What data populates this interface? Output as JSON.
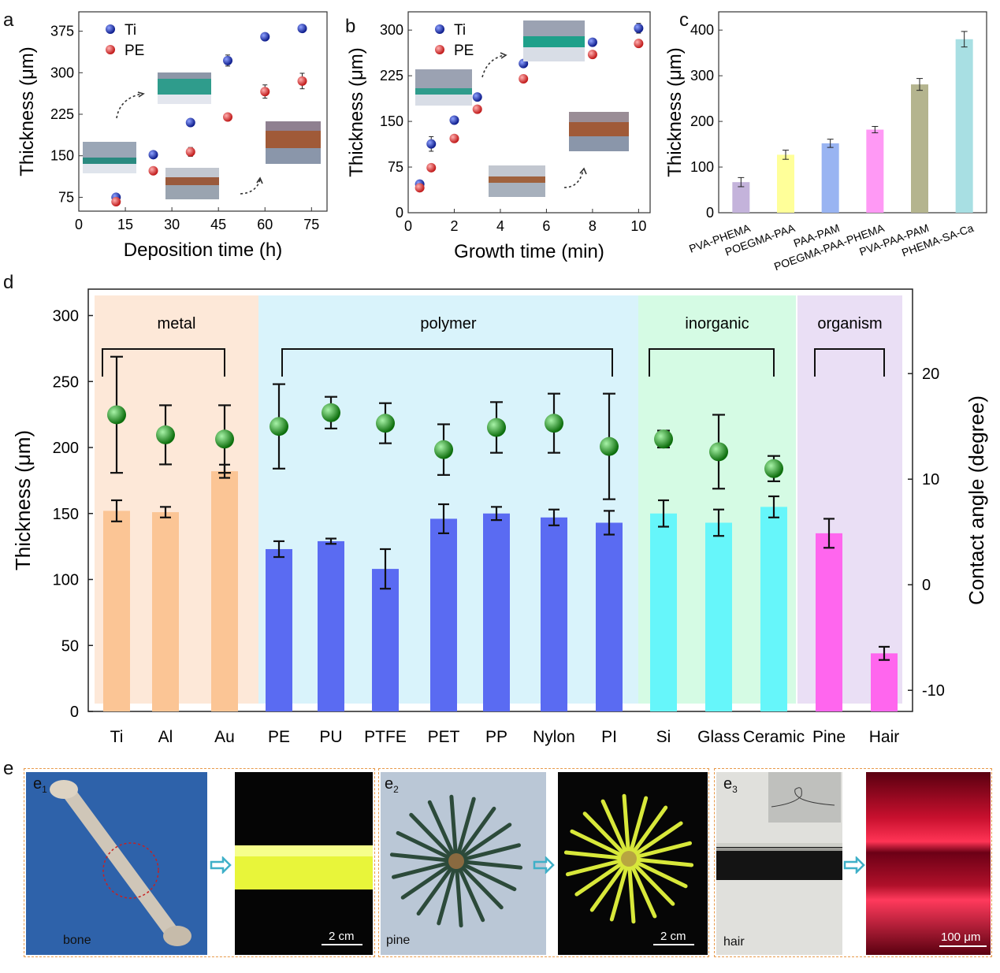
{
  "panel_labels": {
    "a": "a",
    "b": "b",
    "c": "c",
    "d": "d",
    "e": "e"
  },
  "chart_data": [
    {
      "id": "a",
      "type": "scatter",
      "xlabel": "Deposition time (h)",
      "ylabel": "Thickness (μm)",
      "xlim": [
        0,
        80
      ],
      "ylim": [
        50,
        410
      ],
      "xticks": [
        0,
        15,
        30,
        45,
        60,
        75
      ],
      "yticks": [
        75,
        150,
        225,
        300,
        375
      ],
      "legend_position": "top-left",
      "series": [
        {
          "name": "Ti",
          "color": "#1a2fb5",
          "x": [
            12,
            24,
            36,
            48,
            60,
            72
          ],
          "y": [
            75,
            152,
            210,
            322,
            365,
            380
          ],
          "err": [
            3,
            3,
            4,
            10,
            4,
            5
          ]
        },
        {
          "name": "PE",
          "color": "#e23232",
          "x": [
            12,
            24,
            36,
            48,
            60,
            72
          ],
          "y": [
            67,
            123,
            157,
            220,
            266,
            285
          ],
          "err": [
            3,
            3,
            8,
            4,
            12,
            14
          ]
        }
      ]
    },
    {
      "id": "b",
      "type": "scatter",
      "xlabel": "Growth time (min)",
      "ylabel": "Thickness (μm)",
      "xlim": [
        0,
        10.5
      ],
      "ylim": [
        0,
        330
      ],
      "xticks": [
        0,
        2,
        4,
        6,
        8,
        10
      ],
      "yticks": [
        0,
        75,
        150,
        225,
        300
      ],
      "legend_position": "top-left",
      "series": [
        {
          "name": "Ti",
          "color": "#1a2fb5",
          "x": [
            0.5,
            1,
            2,
            3,
            5,
            8,
            10
          ],
          "y": [
            47,
            113,
            152,
            190,
            245,
            280,
            303
          ],
          "err": [
            3,
            12,
            4,
            4,
            5,
            4,
            8
          ]
        },
        {
          "name": "PE",
          "color": "#e23232",
          "x": [
            0.5,
            1,
            2,
            3,
            5,
            8,
            10
          ],
          "y": [
            41,
            74,
            122,
            170,
            220,
            260,
            278
          ],
          "err": [
            3,
            4,
            4,
            4,
            6,
            4,
            4
          ]
        }
      ]
    },
    {
      "id": "c",
      "type": "bar",
      "ylabel": "Thickness (μm)",
      "ylim": [
        0,
        440
      ],
      "yticks": [
        0,
        100,
        200,
        300,
        400
      ],
      "categories": [
        "PVA-PHEMA",
        "POEGMA-PAA",
        "PAA-PAM",
        "POEGMA-PAA-PHEMA",
        "PVA-PAA-PAM",
        "PHEMA-SA-Ca"
      ],
      "values": [
        67,
        127,
        152,
        182,
        281,
        380
      ],
      "errors": [
        10,
        10,
        9,
        7,
        13,
        17
      ],
      "colors": [
        "#c4b3db",
        "#ffff99",
        "#99b4f2",
        "#ff99f5",
        "#b4b48e",
        "#a8dfe3"
      ]
    },
    {
      "id": "d",
      "type": "bar",
      "ylabel": "Thickness (μm)",
      "y2label": "Contact angle (degree)",
      "ylim": [
        0,
        320
      ],
      "y2lim": [
        -12,
        28
      ],
      "yticks": [
        0,
        50,
        100,
        150,
        200,
        250,
        300
      ],
      "y2ticks": [
        -10,
        0,
        10,
        20
      ],
      "categories": [
        "Ti",
        "Al",
        "Au",
        "PE",
        "PU",
        "PTFE",
        "PET",
        "PP",
        "Nylon",
        "PI",
        "Si",
        "Glass",
        "Ceramic",
        "Pine",
        "Hair"
      ],
      "groups": [
        {
          "name": "metal",
          "bg": "#fde8d8",
          "members": [
            0,
            1,
            2
          ]
        },
        {
          "name": "polymer",
          "bg": "#d9f3fb",
          "members": [
            3,
            4,
            5,
            6,
            7,
            8,
            9
          ]
        },
        {
          "name": "inorganic",
          "bg": "#d5fbe4",
          "members": [
            10,
            11,
            12
          ]
        },
        {
          "name": "organism",
          "bg": "#eadff5",
          "members": [
            13,
            14
          ]
        }
      ],
      "series": [
        {
          "name": "Thickness",
          "kind": "bar",
          "values": [
            152,
            151,
            182,
            123,
            129,
            108,
            146,
            150,
            147,
            143,
            150,
            143,
            155,
            135,
            44
          ],
          "errors": [
            8,
            4,
            5,
            6,
            2,
            15,
            11,
            5,
            6,
            9,
            10,
            10,
            8,
            11,
            5
          ],
          "colors": [
            "#fbc595",
            "#fbc595",
            "#fbc595",
            "#5a6bf2",
            "#5a6bf2",
            "#5a6bf2",
            "#5a6bf2",
            "#5a6bf2",
            "#5a6bf2",
            "#5a6bf2",
            "#66f6fa",
            "#66f6fa",
            "#66f6fa",
            "#ff66ee",
            "#ff66ee"
          ]
        },
        {
          "name": "Contact angle",
          "kind": "scatter",
          "axis": "y2",
          "color": "#1e9a1e",
          "values": [
            16.1,
            14.2,
            13.8,
            15.0,
            16.3,
            15.3,
            12.8,
            14.9,
            15.3,
            13.1,
            13.8,
            12.6,
            11.0
          ],
          "errors": [
            5.5,
            2.8,
            3.2,
            4.0,
            1.5,
            1.9,
            2.4,
            2.4,
            2.8,
            5.0,
            0.8,
            3.5,
            1.2
          ]
        }
      ]
    }
  ],
  "photos_e": [
    {
      "subscript_label": "e",
      "subscript": "1",
      "caption": "bone",
      "scalebar": "2 cm"
    },
    {
      "subscript_label": "e",
      "subscript": "2",
      "caption": "pine",
      "scalebar": "2 cm"
    },
    {
      "subscript_label": "e",
      "subscript": "3",
      "caption": "hair",
      "scalebar": "100 μm"
    }
  ]
}
